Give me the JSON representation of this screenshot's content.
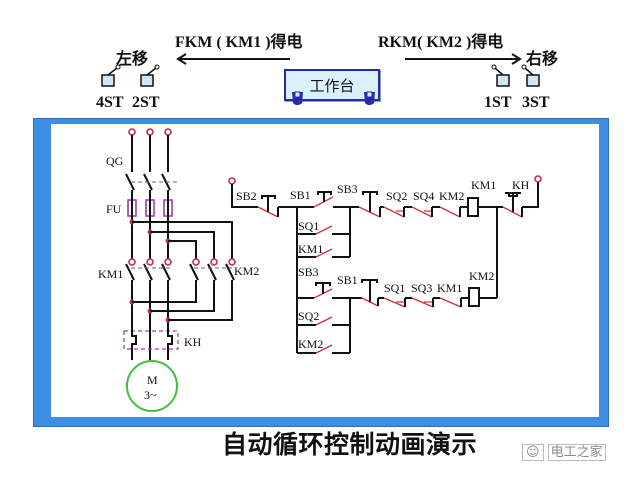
{
  "header": {
    "left_arrow_label": "FKM ( KM1 )得电",
    "right_arrow_label": "RKM( KM2 )得电",
    "left_direction": "左移",
    "right_direction": "右移",
    "worktable_label": "工作台",
    "left_switches": [
      "4ST",
      "2ST"
    ],
    "right_switches": [
      "1ST",
      "3ST"
    ]
  },
  "main_circuit": {
    "breaker": "QG",
    "fuse": "FU",
    "contactor_forward": "KM1",
    "contactor_reverse": "KM2",
    "thermal_relay": "KH",
    "motor": "M",
    "motor_type": "3~"
  },
  "control_circuit": {
    "stop_button": "SB2",
    "forward_button": "SB1",
    "reverse_button": "SB3",
    "rung1_contacts": [
      "SQ2",
      "SQ4",
      "KM2"
    ],
    "rung1_coil": "KM1",
    "overload_contact": "KH",
    "rung1_parallel": [
      "SQ1",
      "KM1"
    ],
    "rung2_button_reverse": "SB3",
    "rung2_button_forward": "SB1",
    "rung2_contacts": [
      "SQ1",
      "SQ3",
      "KM1"
    ],
    "rung2_coil": "KM2",
    "rung2_parallel": [
      "SQ2",
      "KM2"
    ]
  },
  "colors": {
    "frame_blue": "#3d8fe6",
    "terminal_red": "#c0304a",
    "fuse_purple": "#a040b0",
    "motor_green": "#3fbf3f",
    "contact_red": "#cc3333",
    "worktable_fill": "#d9f1fb"
  },
  "caption": "自动循环控制动画演示",
  "watermark": "电工之家"
}
